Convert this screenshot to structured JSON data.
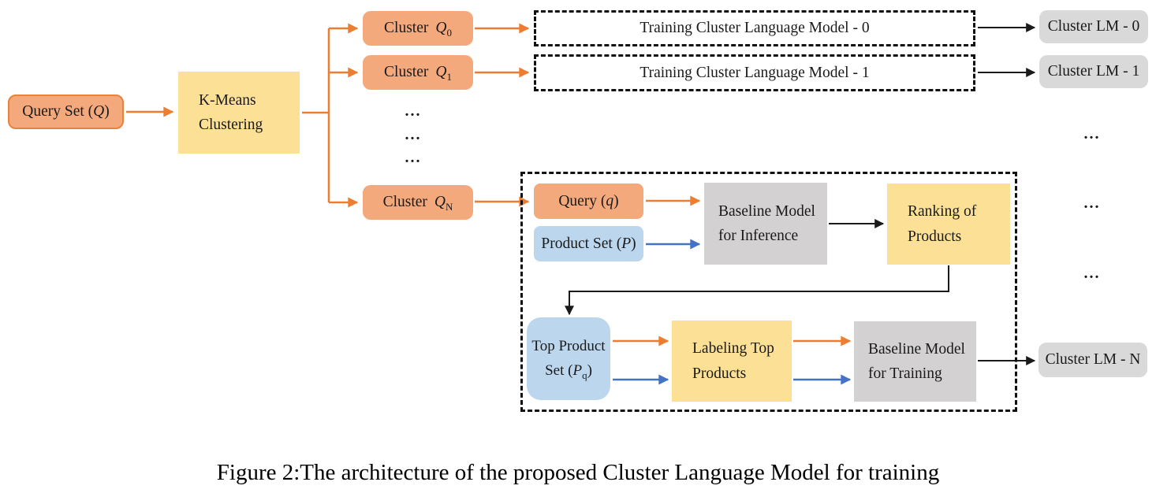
{
  "caption": "Figure 2:The architecture of the proposed Cluster Language Model for training",
  "ellipsis": "...",
  "colors": {
    "orange_fill": "#F4A97C",
    "orange_border": "#E8833C",
    "yellow_fill": "#FBE096",
    "blue_fill": "#BCD6EE",
    "gray_fill": "#D3D1D1",
    "gray_light": "#D9D9D9",
    "arrow_orange": "#ED7D31",
    "arrow_blue": "#4472C4",
    "arrow_black": "#1A1A1A"
  },
  "nodes": {
    "query_set": {
      "pre": "Query Set (",
      "var": "Q",
      "post": ")"
    },
    "kmeans": {
      "text": "K-Means\nClustering"
    },
    "cluster_0": {
      "label": "Cluster",
      "var": "Q",
      "sub": "0"
    },
    "cluster_1": {
      "label": "Cluster",
      "var": "Q",
      "sub": "1"
    },
    "cluster_n": {
      "label": "Cluster",
      "var": "Q",
      "sub": "N"
    },
    "training_lm_0": {
      "text": "Training Cluster Language Model - 0"
    },
    "training_lm_1": {
      "text": "Training Cluster Language Model - 1"
    },
    "cluster_lm_0": {
      "text": "Cluster LM - 0"
    },
    "cluster_lm_1": {
      "text": "Cluster LM - 1"
    },
    "cluster_lm_n": {
      "text": "Cluster LM - N"
    },
    "query_q": {
      "pre": "Query (",
      "var": "q",
      "post": ")"
    },
    "product_set": {
      "pre": "Product Set (",
      "var": "P",
      "post": ")"
    },
    "baseline_inference": {
      "text": "Baseline Model\nfor Inference"
    },
    "ranking": {
      "text": "Ranking of\nProducts"
    },
    "top_product": {
      "line1": "Top Product",
      "pre": "Set (",
      "var": "P",
      "sub": "q",
      "post": ")"
    },
    "labeling": {
      "text": "Labeling Top\nProducts"
    },
    "baseline_training": {
      "text": "Baseline Model\nfor Training"
    }
  }
}
